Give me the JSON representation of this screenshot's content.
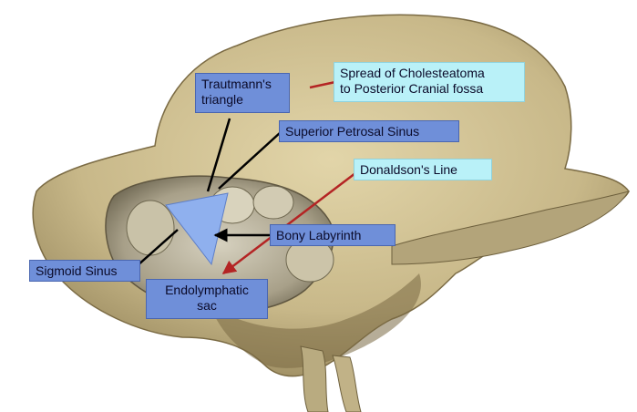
{
  "labels": {
    "trautmann_line1": "Trautmann's",
    "trautmann_line2": "triangle",
    "spread_line1": "Spread of Cholesteatoma",
    "spread_line2": "to Posterior Cranial fossa",
    "superior_petrosal_sinus": "Superior Petrosal Sinus",
    "donaldsons_line": "Donaldson's Line",
    "bony_labyrinth": "Bony Labyrinth",
    "sigmoid_sinus": "Sigmoid Sinus",
    "endolymphatic_line1": "Endolymphatic",
    "endolymphatic_line2": "sac"
  },
  "colors": {
    "label_blue": "#6f8fd9",
    "label_cyan": "#b9f1f8",
    "bone": "#c8b889",
    "bone_dark": "#8c7b52",
    "triangle": "#8fb0ee",
    "arrow_black": "#000000",
    "arrow_red": "#b42424"
  }
}
